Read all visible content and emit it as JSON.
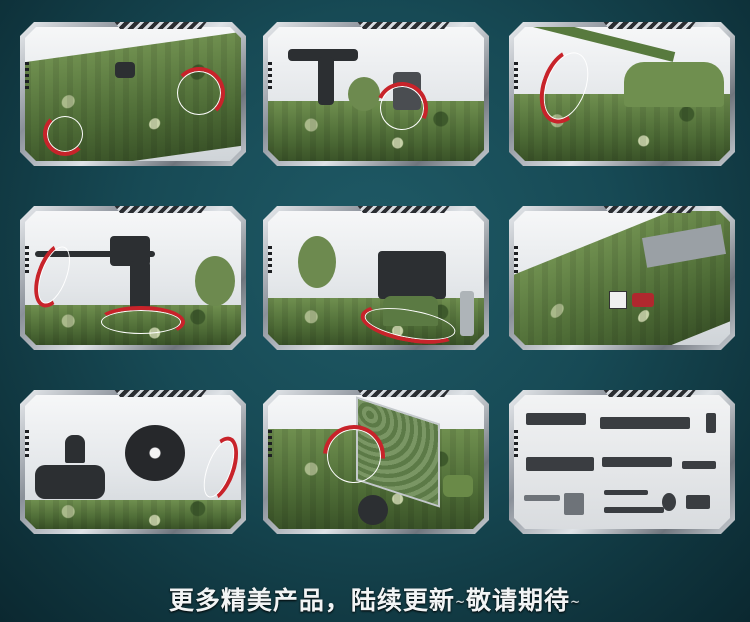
{
  "page": {
    "background_color": "#174a55",
    "accent_arrow_color": "#c8232a"
  },
  "panels": [
    {
      "name": "panel-rotating-turret-top-view",
      "description": "tank turret with rotation arrows",
      "arrows": "rotate"
    },
    {
      "name": "panel-turret-machine-gun",
      "description": "mounted machine gun and hatch with rotation arrow",
      "arrows": "rotate"
    },
    {
      "name": "panel-main-gun-elevation",
      "description": "main gun barrel with elevation arrow",
      "arrows": "elevate"
    },
    {
      "name": "panel-machine-gun-rotation",
      "description": "heavy machine gun with rotation and elevation arrows",
      "arrows": "rotate-elevate"
    },
    {
      "name": "panel-smoke-launcher-rotation",
      "description": "smoke grenade launcher rotating base",
      "arrows": "rotate"
    },
    {
      "name": "panel-interior-compartment",
      "description": "opened hull compartment with figure accessories",
      "arrows": "none"
    },
    {
      "name": "panel-rocket-launcher-elevation",
      "description": "multi-barrel launcher with elevation arrow",
      "arrows": "elevate"
    },
    {
      "name": "panel-hatch-opening",
      "description": "hinged hatch panel opening",
      "arrows": "open"
    },
    {
      "name": "panel-weapon-accessories",
      "description": "accessory weapons set",
      "arrows": "none"
    }
  ],
  "accessories": [
    "submachine-gun",
    "light-machine-gun",
    "walkie-talkie",
    "grenade-launcher",
    "assault-rifle",
    "revolver",
    "machete",
    "axe",
    "combat-knife",
    "baton",
    "grenade",
    "binoculars"
  ],
  "caption": {
    "main": "更多精美产品，陆续更新",
    "tilde1": "~",
    "sub": "敬请期待",
    "tilde2": "~"
  }
}
